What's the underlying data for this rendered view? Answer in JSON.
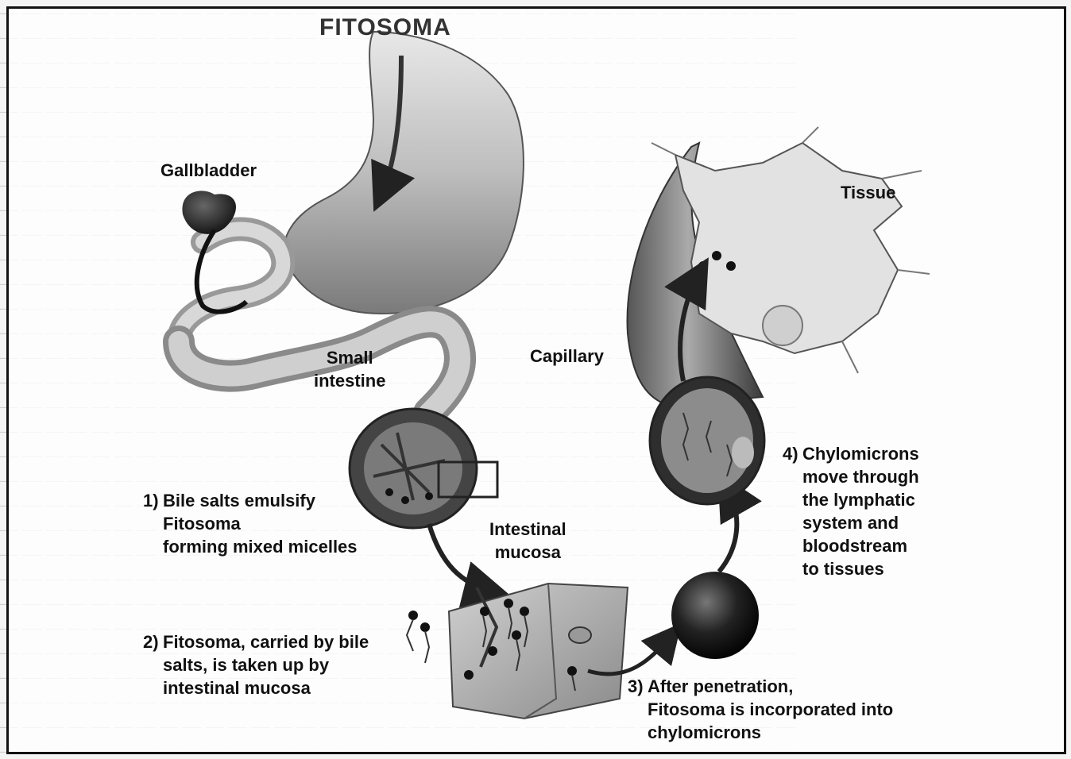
{
  "title": "FITOSOMA",
  "labels": {
    "gallbladder": "Gallbladder",
    "tissue": "Tissue",
    "capillary": "Capillary",
    "small_intestine": "Small\nintestine",
    "intestinal_mucosa": "Intestinal\nmucosa"
  },
  "steps": [
    {
      "num": "1)",
      "text": "Bile salts emulsify\nFitosoma\nforming mixed micelles"
    },
    {
      "num": "2)",
      "text": "Fitosoma, carried by bile\nsalts, is taken up by\nintestinal mucosa"
    },
    {
      "num": "3)",
      "text": "After penetration,\nFitosoma is incorporated into\nchylomicrons"
    },
    {
      "num": "4)",
      "text": "Chylomicrons\nmove through\nthe lymphatic\nsystem and\nbloodstream\nto tissues"
    }
  ]
}
